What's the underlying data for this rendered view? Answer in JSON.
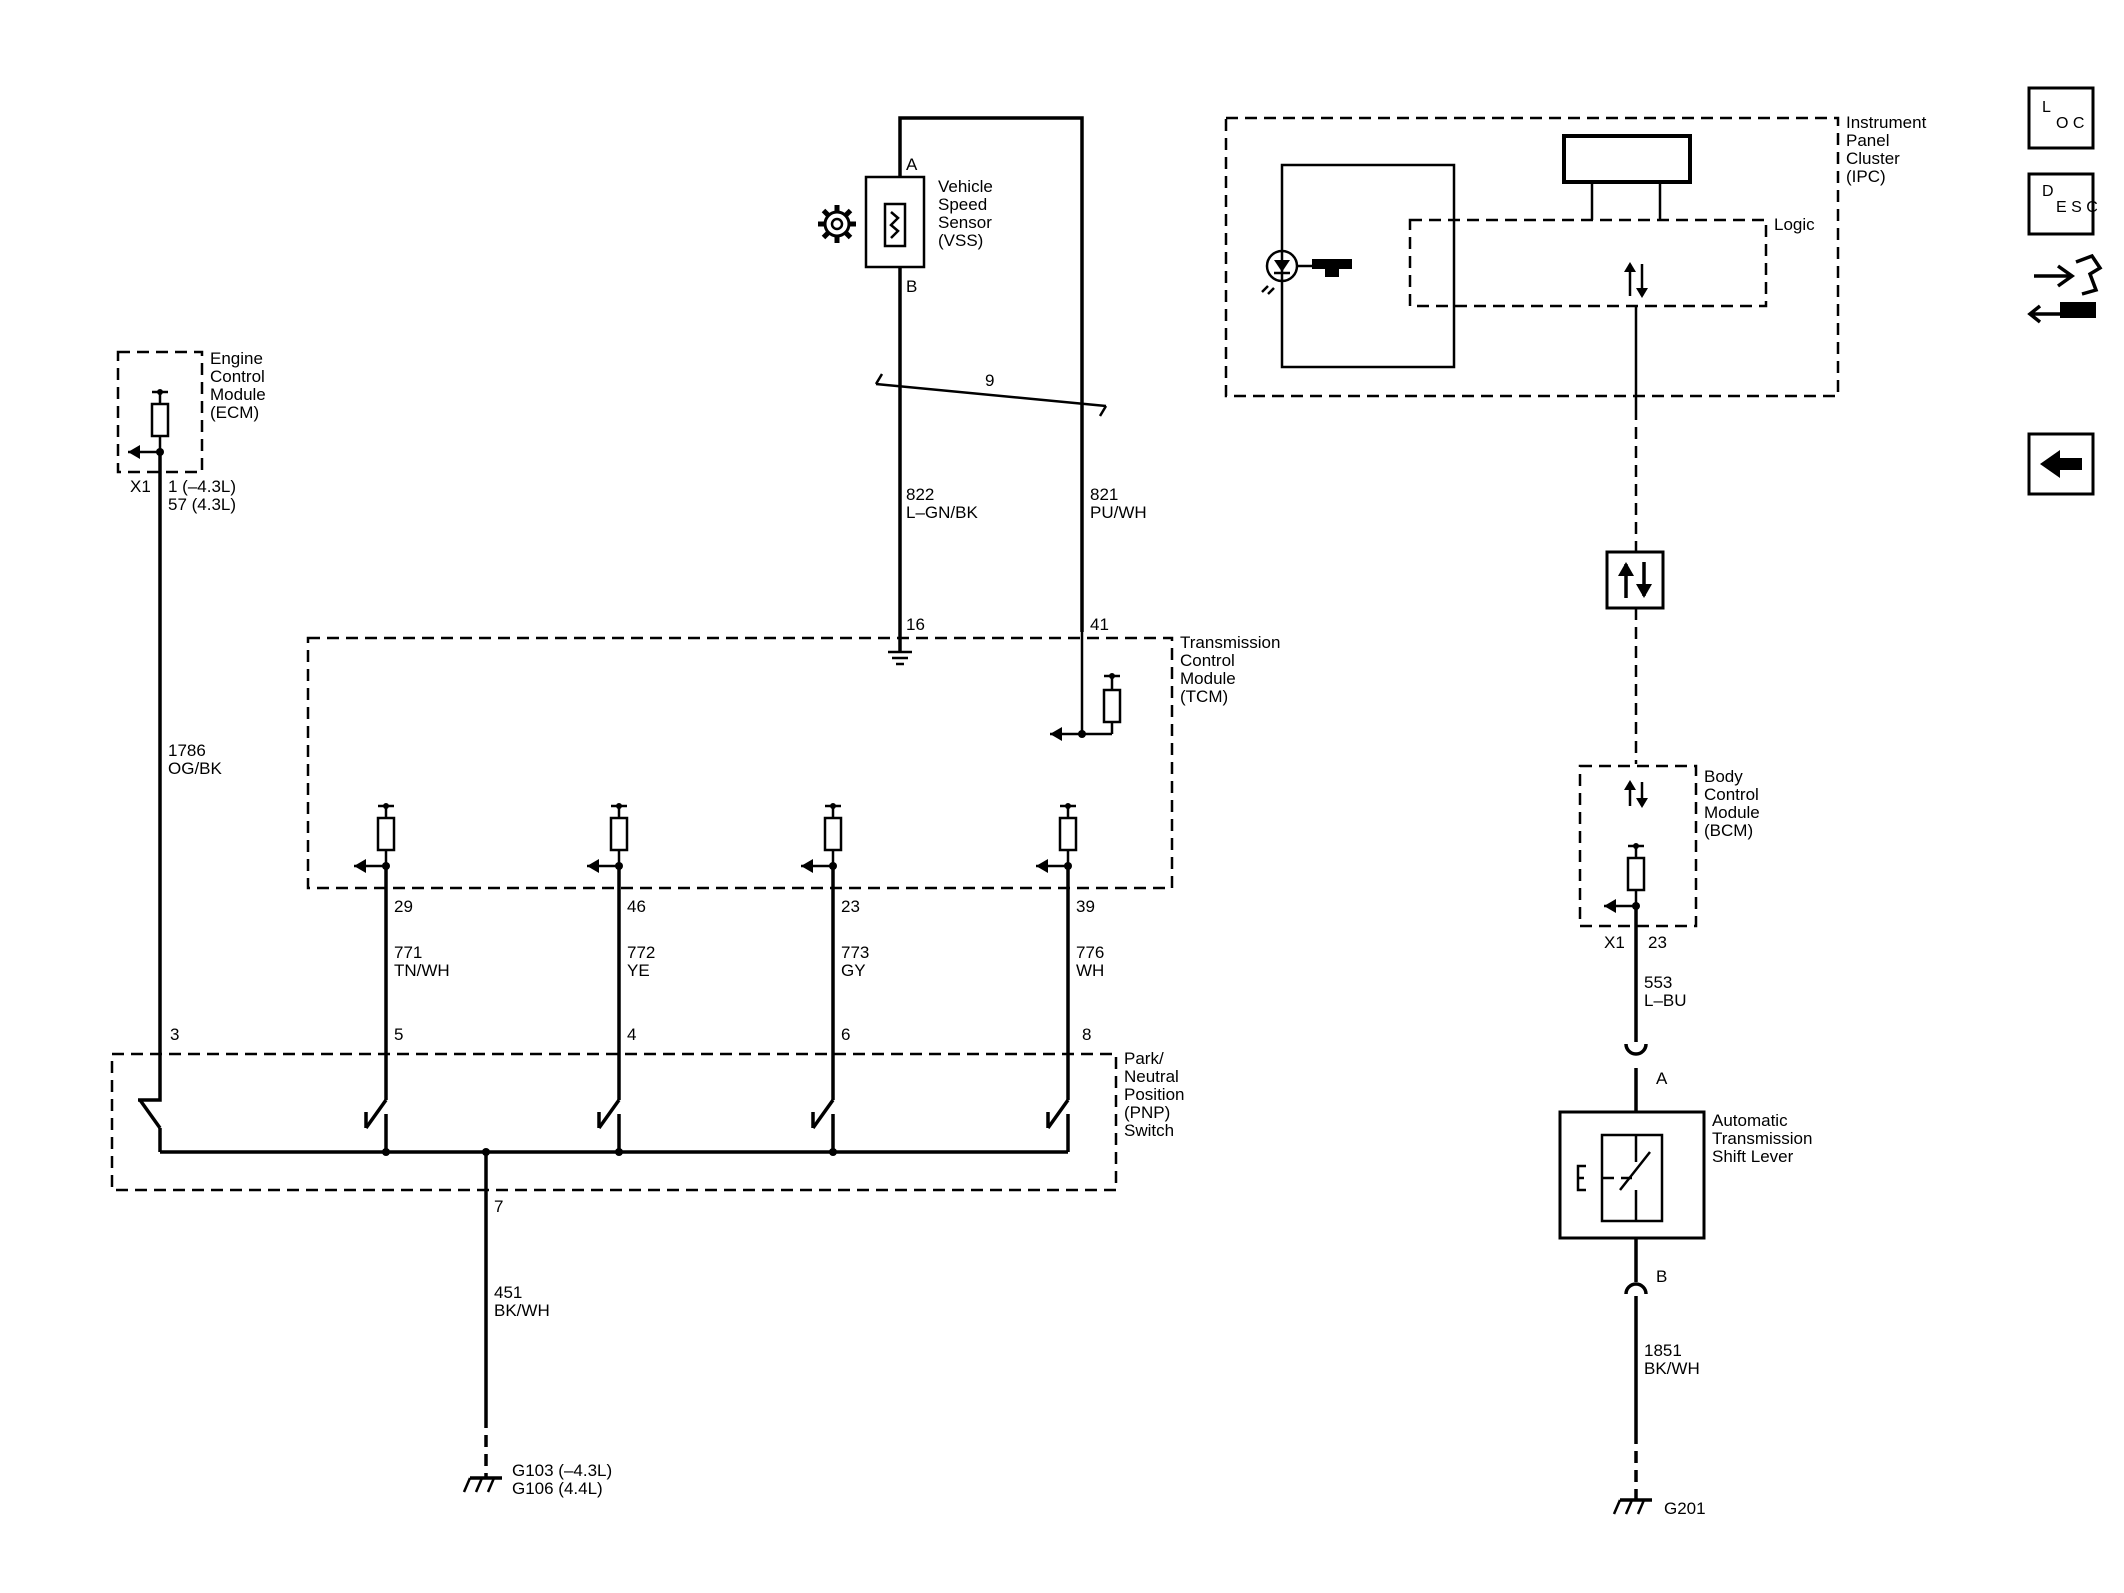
{
  "components": {
    "vss": {
      "name_lines": [
        "Vehicle",
        "Speed",
        "Sensor",
        "(VSS)"
      ],
      "pin_a": "A",
      "pin_b": "B"
    },
    "ecm": {
      "name_lines": [
        "Engine",
        "Control",
        "Module",
        "(ECM)"
      ],
      "connector": "X1",
      "pin_lines": [
        "1 (–4.3L)",
        "57 (4.3L)"
      ]
    },
    "tcm": {
      "name_lines": [
        "Transmission",
        "Control",
        "Module",
        "(TCM)"
      ],
      "pin_vss_low": "16",
      "pin_vss_high": "41",
      "pins_out": [
        "29",
        "46",
        "23",
        "39"
      ]
    },
    "pnp": {
      "name_lines": [
        "Park/",
        "Neutral",
        "Position",
        "(PNP)",
        "Switch"
      ],
      "pins": [
        "3",
        "5",
        "4",
        "6",
        "8"
      ],
      "ground_pin": "7"
    },
    "ipc": {
      "name_lines": [
        "Instrument",
        "Panel",
        "Cluster",
        "(IPC)"
      ],
      "logic_label": "Logic"
    },
    "bcm": {
      "name_lines": [
        "Body",
        "Control",
        "Module",
        "(BCM)"
      ],
      "connector": "X1",
      "pin": "23"
    },
    "shift_lever": {
      "name_lines": [
        "Automatic",
        "Transmission",
        "Shift Lever"
      ],
      "pin_a": "A",
      "pin_b": "B"
    }
  },
  "twisted_pair_label": "9",
  "wires": {
    "w822": {
      "circuit": "822",
      "color": "L–GN/BK"
    },
    "w821": {
      "circuit": "821",
      "color": "PU/WH"
    },
    "w1786": {
      "circuit": "1786",
      "color": "OG/BK"
    },
    "w771": {
      "circuit": "771",
      "color": "TN/WH"
    },
    "w772": {
      "circuit": "772",
      "color": "YE"
    },
    "w773": {
      "circuit": "773",
      "color": "GY"
    },
    "w776": {
      "circuit": "776",
      "color": "WH"
    },
    "w451": {
      "circuit": "451",
      "color": "BK/WH"
    },
    "w553": {
      "circuit": "553",
      "color": "L–BU"
    },
    "w1851": {
      "circuit": "1851",
      "color": "BK/WH"
    }
  },
  "grounds": {
    "pnp": [
      "G103 (–4.3L)",
      "G106 (4.4L)"
    ],
    "shift": "G201"
  },
  "nav": {
    "loc": {
      "big": "L",
      "small": "O C",
      "icon": "location-icon"
    },
    "desc": {
      "big": "D",
      "small": "E S C",
      "icon": "description-icon"
    },
    "connector": {
      "icon": "connector-repair-icon"
    },
    "back": {
      "icon": "back-arrow-icon"
    }
  }
}
